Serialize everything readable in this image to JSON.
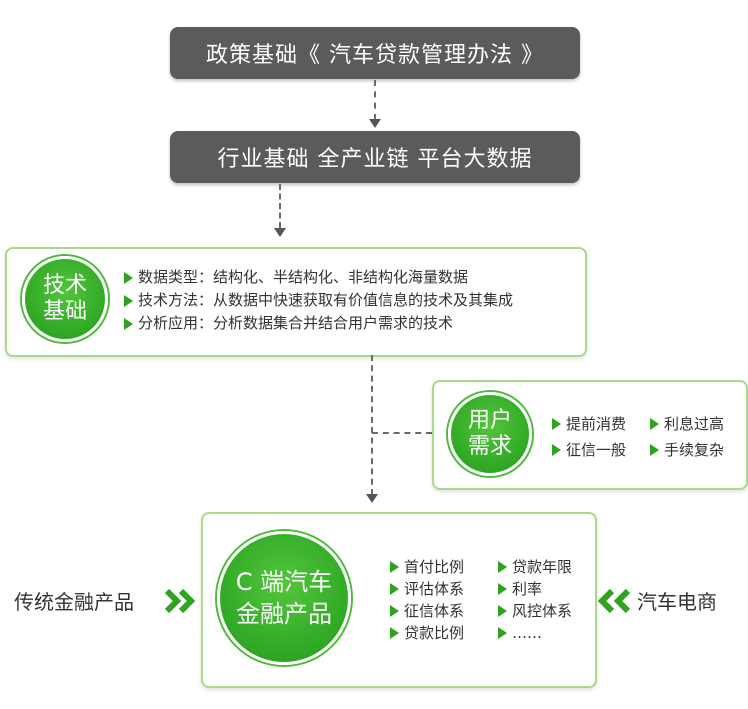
{
  "colors": {
    "accent_green": "#2da31f",
    "bar_gray": "#5b5b5b",
    "panel_border": "#a9d98b"
  },
  "policy_bar": {
    "text": "政策基础《 汽车贷款管理办法 》"
  },
  "industry_bar": {
    "text": "行业基础  全产业链  平台大数据"
  },
  "tech": {
    "disc_line1": "技术",
    "disc_line2": "基础",
    "items": [
      "数据类型：结构化、半结构化、非结构化海量数据",
      "技术方法：从数据中快速获取有价值信息的技术及其集成",
      "分析应用：分析数据集合并结合用户需求的技术"
    ]
  },
  "demand": {
    "disc_line1": "用户",
    "disc_line2": "需求",
    "items": [
      "提前消费",
      "利息过高",
      "征信一般",
      "手续复杂"
    ]
  },
  "product": {
    "disc_line1": "C 端汽车",
    "disc_line2": "金融产品",
    "left_items": [
      "首付比例",
      "评估体系",
      "征信体系",
      "贷款比例"
    ],
    "right_items": [
      "贷款年限",
      "利率",
      "风控体系",
      "……"
    ]
  },
  "left_label": "传统金融产品",
  "right_label": "汽车电商",
  "icons": {
    "bullet": "right-triangle-icon",
    "left_chevron": "double-chevron-right-icon",
    "right_chevron": "double-chevron-left-icon"
  }
}
